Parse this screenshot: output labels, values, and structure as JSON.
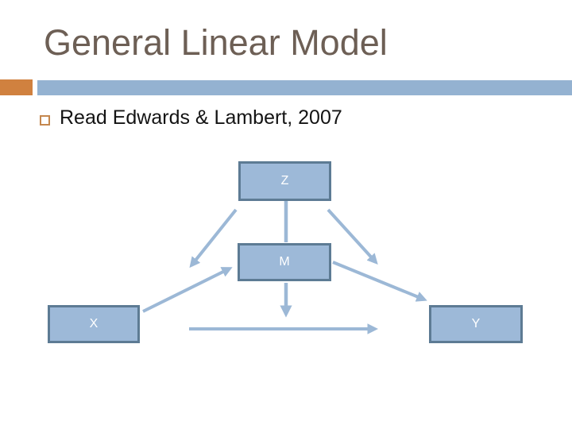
{
  "slide": {
    "title": "General Linear Model",
    "bullet": "Read Edwards & Lambert, 2007"
  },
  "colors": {
    "title_text": "#6d5f55",
    "accent_orange": "#d0813f",
    "accent_blue": "#94b2d1",
    "bullet_outline": "#c4874e",
    "body_text": "#141414",
    "node_fill": "#9db9d8",
    "node_border": "#5d7b94",
    "node_label": "#ffffff",
    "arrow": "#9cb8d6"
  },
  "diagram": {
    "nodes": [
      {
        "id": "Z",
        "label": "Z"
      },
      {
        "id": "M",
        "label": "M"
      },
      {
        "id": "X",
        "label": "X"
      },
      {
        "id": "Y",
        "label": "Y"
      }
    ],
    "edges": [
      {
        "from": "Z",
        "to": "X",
        "style": "diagonal-arrow"
      },
      {
        "from": "Z",
        "to": "M",
        "style": "vertical-line"
      },
      {
        "from": "Z",
        "to": "Y",
        "style": "diagonal-arrow"
      },
      {
        "from": "X",
        "to": "M",
        "style": "diagonal-arrow"
      },
      {
        "from": "M",
        "to": "Y",
        "style": "diagonal-arrow"
      },
      {
        "from": "M",
        "to": "X-Y path",
        "style": "vertical-arrow"
      },
      {
        "from": "X",
        "to": "Y",
        "style": "horizontal-arrow"
      }
    ]
  }
}
